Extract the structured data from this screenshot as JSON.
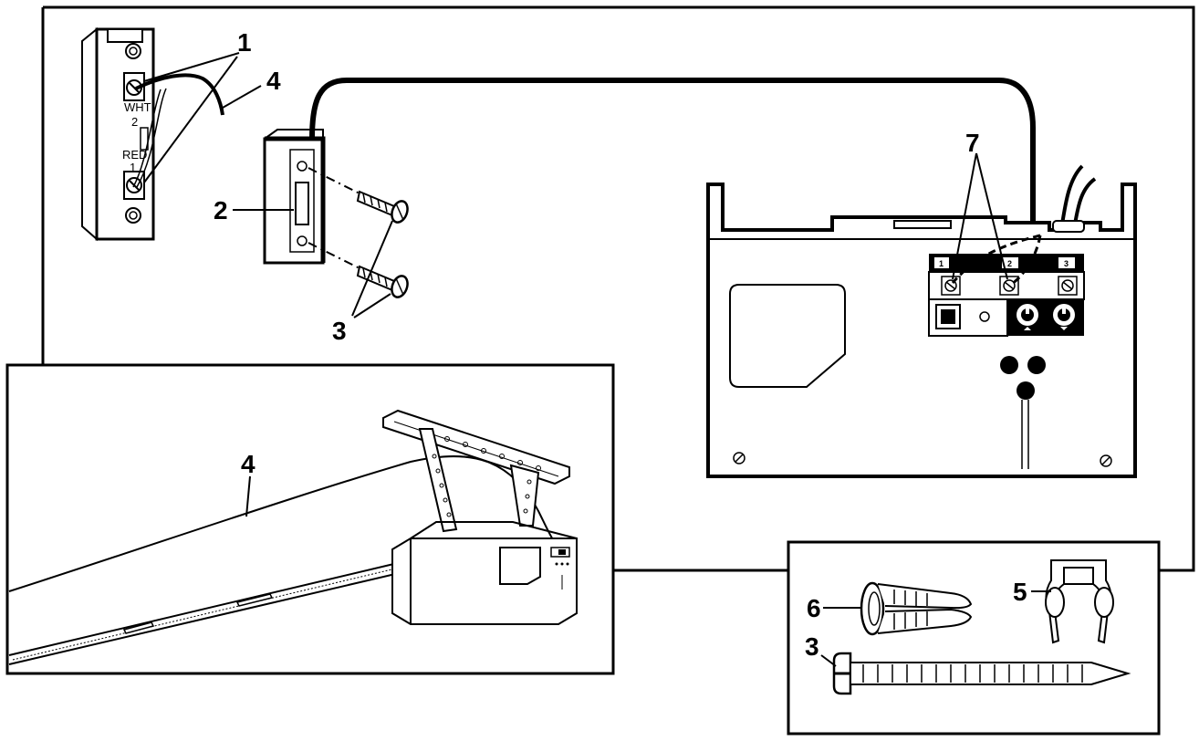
{
  "callouts": {
    "screw_terminals": "1",
    "wall_button": "2",
    "screws": "3",
    "bell_wire": "4",
    "insulated_staple": "5",
    "drywall_anchor": "6",
    "opener_terminals": "7"
  },
  "wall_control": {
    "wht_label": "WHT",
    "wht_num": "2",
    "red_label": "RED",
    "red_num": "1"
  },
  "terminal_board": {
    "t1": "1",
    "t2": "2",
    "t3": "3"
  },
  "colors": {
    "ink": "#000000",
    "paper": "#ffffff"
  }
}
